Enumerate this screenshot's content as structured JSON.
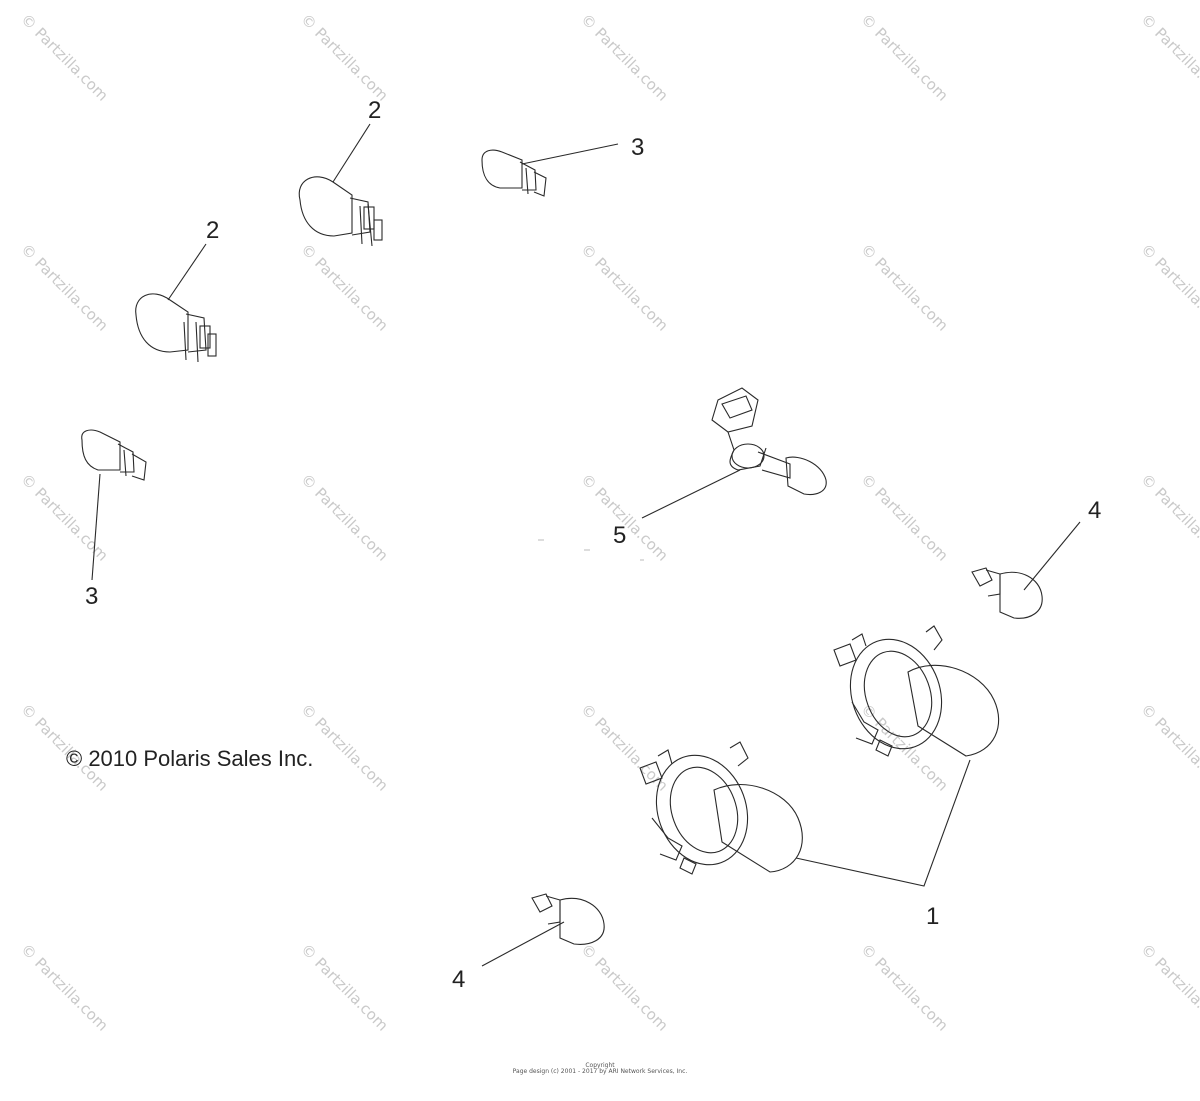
{
  "watermark_text": "© Partzilla.com",
  "copyright": "© 2010 Polaris Sales Inc.",
  "callouts": {
    "c1": "1",
    "c2a": "2",
    "c2b": "2",
    "c3a": "3",
    "c3b": "3",
    "c4a": "4",
    "c4b": "4",
    "c5": "5"
  },
  "footer": {
    "line1": "Copyright",
    "line2": "Page design (c) 2001 - 2017 by ARI Network Services, Inc."
  }
}
